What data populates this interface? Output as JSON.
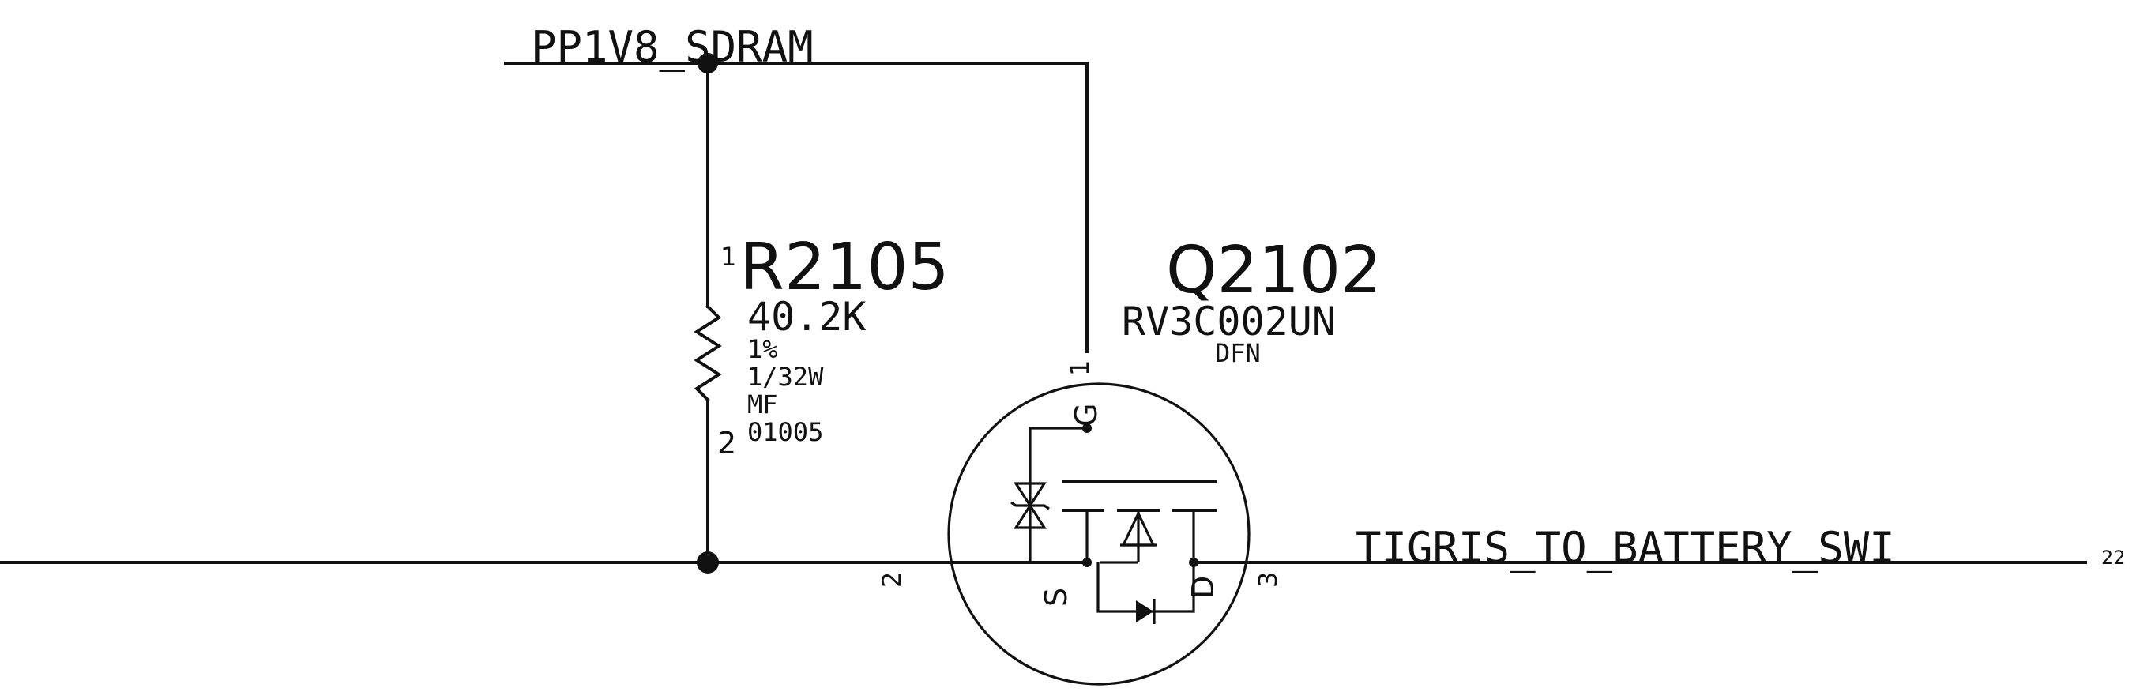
{
  "nets": {
    "top": "PP1V8_SDRAM",
    "right": "TIGRIS_TO_BATTERY_SWI",
    "page_ref": "22"
  },
  "resistor": {
    "ref": "R2105",
    "value": "40.2K",
    "tolerance": "1%",
    "power": "1/32W",
    "type": "MF",
    "package": "01005",
    "pin1": "1",
    "pin2": "2"
  },
  "transistor": {
    "ref": "Q2102",
    "part": "RV3C002UN",
    "package": "DFN",
    "pin_gate_num": "1",
    "pin_gate": "G",
    "pin_source_num": "2",
    "pin_source": "S",
    "pin_drain_num": "3",
    "pin_drain": "D"
  }
}
